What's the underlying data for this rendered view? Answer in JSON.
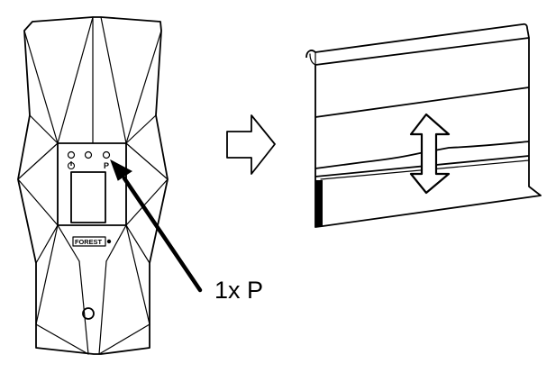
{
  "remote": {
    "brand_text": "FOREST",
    "power_icon": "power-icon",
    "program_key_letter": "P"
  },
  "callout": {
    "caption": "1x P"
  },
  "step_arrow_icon": "hollow-right-arrow-icon",
  "curtain": {
    "motion_icon": "double-headed-vertical-arrow-icon"
  }
}
